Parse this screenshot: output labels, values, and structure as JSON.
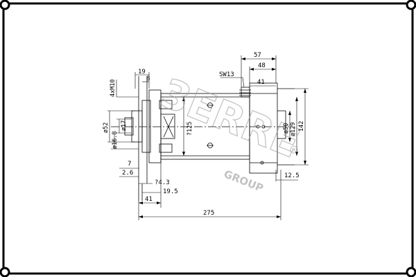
{
  "drawing": {
    "dimensions": {
      "top_57": "57",
      "top_48": "48",
      "sw13": "SW13",
      "top_41": "41",
      "d19": "19",
      "d8": "8",
      "thread": "4xM10",
      "dia52": "ø52",
      "dia17": "ø17",
      "dia168": "ø16.8",
      "d7": "7",
      "d26": "2.6",
      "d43": "?4.3",
      "d195": "19.5",
      "bot_41": "41",
      "total_275": "275",
      "dia125": "?125",
      "dia50": "ø50",
      "dia129": "ø129",
      "d142": "142",
      "d125": "12.5"
    },
    "watermark": {
      "logo_text": "3ERRE",
      "group_text": "GROUP",
      "seal_text": "R"
    }
  }
}
